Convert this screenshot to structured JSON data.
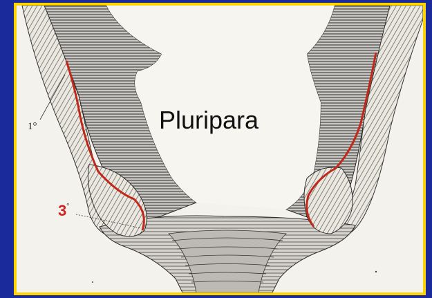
{
  "slide": {
    "title": "Pluripara",
    "label_first": "1°",
    "label_third_main": "3",
    "label_third_sup": "°"
  },
  "colors": {
    "background": "#1a2a9a",
    "frame_border": "#ffd400",
    "paper": "#f4f2ec",
    "ink": "#333333",
    "red_line": "#c0281a"
  },
  "icons": [
    "anatomical-uterine-cervix-illustration"
  ]
}
